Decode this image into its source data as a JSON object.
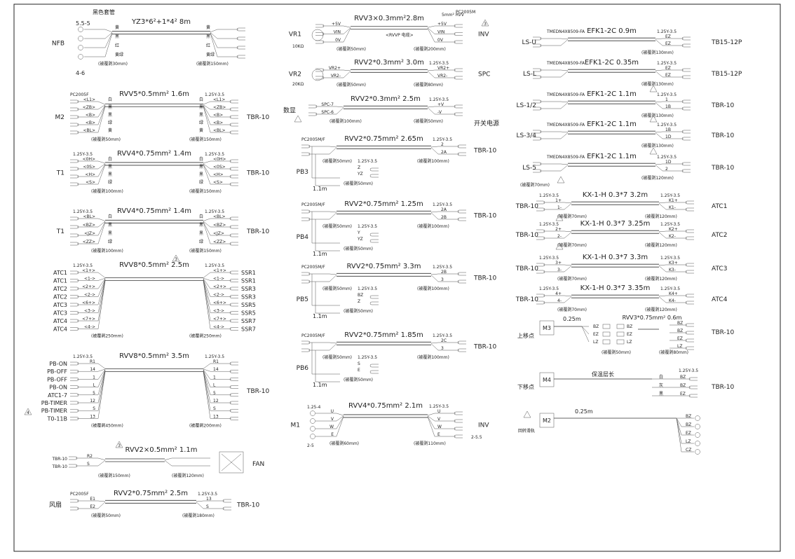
{
  "nfb": {
    "title": "YZ3*6²+1*4²  8m",
    "label": "NFB",
    "top_size": "5.5-5",
    "bottom_size": "4-6",
    "note": "黑色套管",
    "colors": [
      "黄",
      "黑",
      "红",
      "黄绿"
    ],
    "strip_left": "(被覆剥30mm)",
    "strip_right": "(被覆剥150mm)"
  },
  "m2": {
    "title": "RVV5*0.5mm²  1.6m",
    "label": "M2",
    "connector": "PC2005F",
    "lug": "1.25Y-3.5",
    "target": "TBR-10",
    "left": [
      "<L1>",
      "<ZB>",
      "<B>",
      "<B>",
      "<BL>"
    ],
    "right": [
      "<L1>",
      "<ZB>",
      "<B>",
      "<B>",
      "<BL>"
    ],
    "colors": [
      "白",
      "黑",
      "黑",
      "绿",
      "黄"
    ],
    "strip_left": "(被覆剥50mm)",
    "strip_right": "(被覆剥150mm)"
  },
  "t1a": {
    "title": "RVV4*0.75mm²  1.4m",
    "label": "T1",
    "lug": "1.25Y-3.5",
    "target": "TBR-10",
    "left": [
      "<0H>",
      "<0S>",
      "<H>",
      "<S>"
    ],
    "right": [
      "<0H>",
      "<0S>",
      "<H>",
      "<S>"
    ],
    "colors": [
      "白",
      "黑",
      "黑",
      "绿"
    ],
    "strip_left": "(被覆剥100mm)",
    "strip_right": "(被覆剥150mm)"
  },
  "t1b": {
    "title": "RVV4*0.75mm²  1.4m",
    "label": "T1",
    "lug": "1.25Y-3.5",
    "target": "TBR-10",
    "left": [
      "<BL>",
      "<BZ>",
      "<JZ>",
      "<ZZ>"
    ],
    "right": [
      "<BL>",
      "<BZ>",
      "<JZ>",
      "<ZZ>"
    ],
    "colors": [
      "白",
      "黑",
      "黑",
      "绿"
    ],
    "strip_left": "(被覆剥100mm)",
    "strip_right": "(被覆剥150mm)"
  },
  "atc_ssr": {
    "title": "RVV8*0.5mm²  2.5m",
    "lug": "1.25Y-3.5",
    "left": [
      "ATC1",
      "ATC1",
      "ATC2",
      "ATC2",
      "ATC3",
      "ATC3",
      "ATC4",
      "ATC4"
    ],
    "right": [
      "SSR1",
      "SSR1",
      "SSR3",
      "SSR3",
      "SSR5",
      "SSR5",
      "SSR7",
      "SSR7"
    ],
    "pins": [
      "<1+>",
      "<1->",
      "<2+>",
      "<2->",
      "<6+>",
      "<3->",
      "<7+>",
      "<4->"
    ],
    "strip_left": "(被覆剥250mm)",
    "strip_right": "(被覆剥250mm)"
  },
  "pb": {
    "title": "RVV8*0.5mm²  3.5m",
    "lug": "1.25Y-3.5",
    "target": "TBR-10",
    "left": [
      "PB-ON",
      "PB-OFF",
      "PB-OFF",
      "PB-ON",
      "ATC1-7",
      "PB-TIMER",
      "PB-TIMER",
      "T0-11B"
    ],
    "pins": [
      "R1",
      "14",
      "1",
      "L",
      "5",
      "12",
      "S",
      "13"
    ],
    "strip_left": "(被覆剥450mm)",
    "strip_right": "(被覆剥200mm)",
    "warn": "4"
  },
  "fan": {
    "title": "RVV2×0.5mm²  1.1m",
    "left": [
      "TBR-10",
      "TBR-10"
    ],
    "pins": [
      "R2",
      "S"
    ],
    "label": "FAN",
    "strip_left": "(被覆剥150mm)",
    "strip_right": "(被覆剥120mm)"
  },
  "fs": {
    "title": "RVV2*0.75mm²  2.5m",
    "label": "风扇",
    "connector": "PC2005F",
    "lug": "1.25Y-3.5",
    "target": "TBR-10",
    "pins": [
      "E1",
      "E2"
    ],
    "right": [
      "13",
      "S"
    ],
    "strip_left": "(被覆剥50mm)",
    "strip_right": "(被覆剥180mm)"
  },
  "vr1": {
    "title": "RVV3×0.3mm²2.8m",
    "label": "VR1",
    "sub": "10KΩ",
    "target": "INV",
    "connector": "PC2005M",
    "pins": [
      "+5V",
      "VIN",
      "0V"
    ],
    "right": [
      "+5V",
      "VIN",
      "0V"
    ],
    "note": "5mm² RVV",
    "strip_left": "(被覆剥50mm)",
    "strip_right": "(被覆剥200mm)",
    "cable": "<RVVP 电缆>"
  },
  "vr2": {
    "title": "RVV2*0.3mm²  3.0m",
    "label": "VR2",
    "sub": "20KΩ",
    "target": "SPC",
    "lug": "1.25Y-3.5",
    "pins": [
      "VR2+",
      "VR2-"
    ],
    "right": [
      "VR2+",
      "VR2-"
    ],
    "strip_left": "(被覆剥50mm)",
    "strip_right": "(被覆剥80mm)"
  },
  "sw": {
    "title": "RVV2*0.3mm²  2.5m",
    "label": "数显",
    "target": "开关电源",
    "lug": "1.25Y-3.5",
    "pins": [
      "SPC-7",
      "SPC-6"
    ],
    "right": [
      "+V",
      "-V"
    ],
    "strip_left": "(被覆剥100mm)",
    "strip_right": "(被覆剥50mm)"
  },
  "pb3": {
    "title": "RVV2*0.75mm² 2.65m",
    "label": "PB3",
    "len": "1.1m",
    "connector": "PC2005M/F",
    "lug": "1.25Y-3.5",
    "target": "TBR-10",
    "right": [
      "2",
      "2A"
    ],
    "branch": [
      "Z",
      "YZ"
    ],
    "strip_left": "(被覆剥50mm)",
    "strip_right": "(被覆剥100mm)",
    "strip_branch": "(被覆剥50mm)"
  },
  "pb4": {
    "title": "RVV2*0.75mm²  1.25m",
    "label": "PB4",
    "len": "1.1m",
    "connector": "PC2005M/F",
    "lug": "1.25Y-3.5",
    "target": "TBR-10",
    "right": [
      "2A",
      "2B"
    ],
    "branch": [
      "Y",
      "YZ"
    ],
    "strip_left": "(被覆剥50mm)",
    "strip_right": "(被覆剥100mm)",
    "strip_branch": "(被覆剥50mm)"
  },
  "pb5": {
    "title": "RVV2*0.75mm²  3.3m",
    "label": "PB5",
    "len": "1.1m",
    "connector": "PC2005M/F",
    "lug": "1.25Y-3.5",
    "target": "TBR-10",
    "right": [
      "2B",
      "3"
    ],
    "branch": [
      "BZ",
      "Z"
    ],
    "strip_left": "(被覆剥50mm)",
    "strip_right": "(被覆剥100mm)",
    "strip_branch": "(被覆剥50mm)"
  },
  "pb6": {
    "title": "RVV2*0.75mm²  1.85m",
    "label": "PB6",
    "len": "1.1m",
    "connector": "PC2005M/F",
    "lug": "1.25Y-3.5",
    "target": "TBR-10",
    "right": [
      "2C",
      "3"
    ],
    "branch": [
      "S",
      "E"
    ],
    "strip_left": "(被覆剥50mm)",
    "strip_right": "(被覆剥100mm)",
    "strip_branch": "(被覆剥50mm)"
  },
  "m1": {
    "title": "RVV4*0.75mm²  2.1m",
    "label": "M1",
    "target": "INV",
    "size_l": "1.25-4",
    "size_l2": "2-5",
    "size_r": "2-5.5",
    "lug": "1.25Y-3.5",
    "pins": [
      "U",
      "V",
      "W",
      "E"
    ],
    "right": [
      "U",
      "V",
      "W",
      "E"
    ],
    "strip_left": "(被覆剥60mm)",
    "strip_right": "(被覆剥110mm)"
  },
  "ls": [
    {
      "label": "LS-U",
      "title": "EFK1-2C  0.9m",
      "code": "TMEDN4X8509-FA",
      "target": "TB15-12P",
      "right": [
        "EZ",
        "EZ"
      ],
      "strip_right": "(被覆剥130mm)"
    },
    {
      "label": "LS-L",
      "title": "EFK1-2C  0.35m",
      "code": "TMEDN4X8509-FA",
      "target": "TB15-12P",
      "right": [
        "EZ",
        "EZ"
      ],
      "strip_right": "(被覆剥130mm)"
    },
    {
      "label": "LS-1/2",
      "title": "EFK1-2C  1.1m",
      "code": "TMEDN4X8509-FA",
      "target": "TBR-10",
      "right": [
        "1",
        "1B"
      ],
      "strip_right": "(被覆剥130mm)"
    },
    {
      "label": "LS-3/4",
      "title": "EFK1-2C  1.1m",
      "code": "TMEDN4X8509-FA",
      "target": "TBR-10",
      "right": [
        "1B",
        "1D"
      ],
      "strip_right": "(被覆剥130mm)"
    },
    {
      "label": "LS-5",
      "title": "EFK1-2C  1.1m",
      "code": "TMEDN4X8509-FA",
      "target": "TBR-10",
      "right": [
        "1D",
        "2"
      ],
      "strip_right": "(被覆剥120mm)"
    }
  ],
  "ls_lug": "1.25Y-3.5",
  "ls_strip_left": "(被覆剥70mm)",
  "atc": [
    {
      "title": "KX-1-H  0.3*7  3.2m",
      "target": "ATC1",
      "pins": [
        "1+",
        "1-"
      ],
      "right": [
        "K1+",
        "K1-"
      ]
    },
    {
      "title": "KX-1-H  0.3*7  3.25m",
      "target": "ATC2",
      "pins": [
        "2+",
        "2-"
      ],
      "right": [
        "K2+",
        "K2-"
      ]
    },
    {
      "title": "KX-1-H  0.3*7  3.3m",
      "target": "ATC3",
      "pins": [
        "3+",
        "3-"
      ],
      "right": [
        "K3+",
        "K3-"
      ]
    },
    {
      "title": "KX-1-H  0.3*7  3.35m",
      "target": "ATC4",
      "pins": [
        "4+",
        "4-"
      ],
      "right": [
        "K4+",
        "K4-"
      ]
    }
  ],
  "atc_src": "TBR-10",
  "atc_strip_left": "(被覆剥70mm)",
  "atc_strip_right": "(被覆剥120mm)",
  "m3": {
    "label": "M3",
    "side": "上移点",
    "len": "0.25m",
    "title": "RVV3*0.75mm²  0.6m",
    "target": "TBR-10",
    "pins": [
      "BZ",
      "EZ",
      "LZ"
    ],
    "right": [
      "BZ",
      "BZ",
      "EZ",
      "LZ"
    ],
    "strip_mid": "(被覆剥50mm)",
    "strip_right": "(被覆剥80mm)"
  },
  "m4": {
    "label": "M4",
    "side": "下移点",
    "title": "保温层长",
    "target": "TBR-10",
    "lug": "1.25Y-3.5",
    "colors": [
      "白",
      "灰",
      "黑"
    ],
    "right": [
      "BZ",
      "BZ",
      "EZ"
    ]
  },
  "m2b": {
    "label": "M2",
    "side": "回转滑轨",
    "len": "0.25m",
    "right": [
      "BZ",
      "BZ",
      "EZ",
      "LZ",
      "CZ"
    ]
  }
}
